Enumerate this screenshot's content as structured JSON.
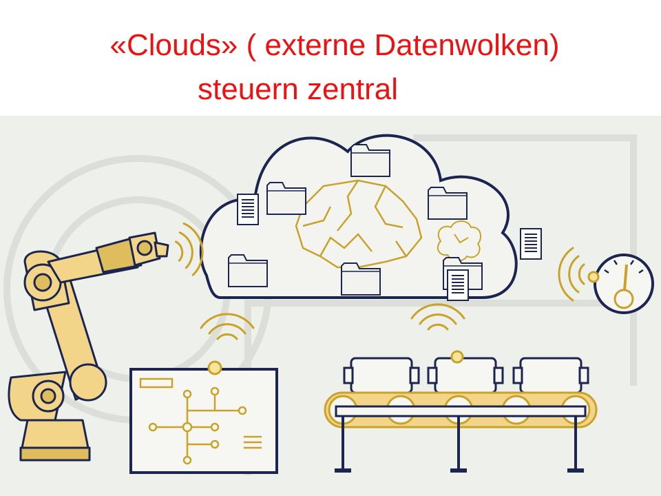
{
  "header": {
    "title_line1": "«Clouds» ( externe Datenwolken)",
    "title_line2": "steuern zentral"
  },
  "colors": {
    "title": "#ee1111",
    "background": "#eef0eb",
    "outline": "#1b2550",
    "gold": "#c9a227"
  },
  "scene": {
    "elements": [
      "cloud",
      "robot-arm",
      "control-panel",
      "conveyor-belt",
      "gauge",
      "folder-icon",
      "document-icon",
      "brain-icon",
      "wireless-signal-icon"
    ]
  }
}
